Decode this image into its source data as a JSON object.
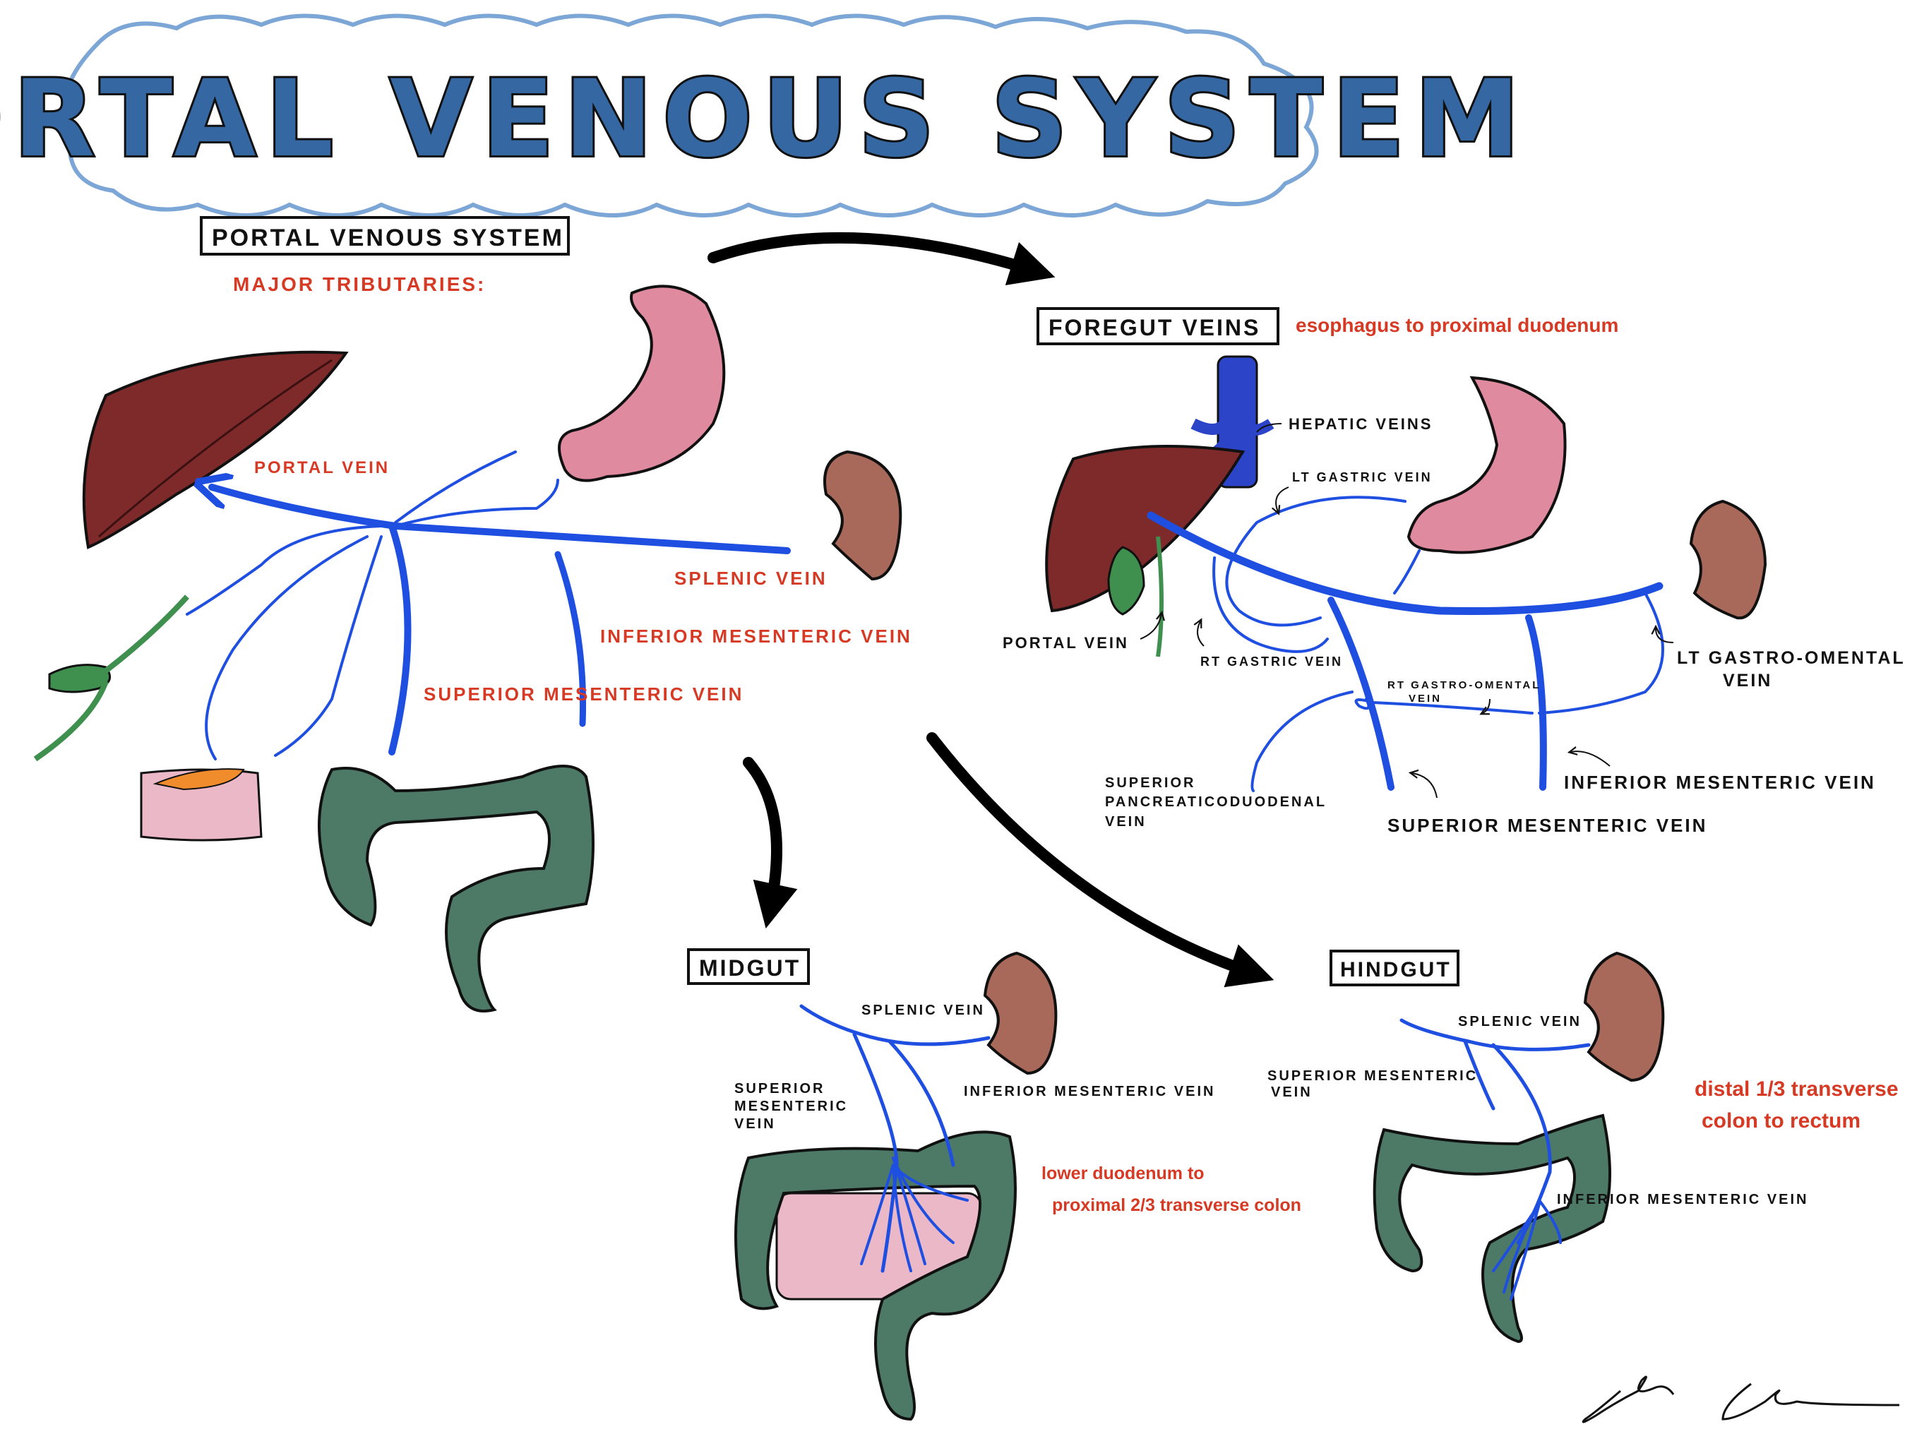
{
  "title": "PORTAL VENOUS SYSTEM",
  "overview": {
    "heading": "PORTAL VENOUS SYSTEM",
    "subheading": "MAJOR TRIBUTARIES:",
    "labels": {
      "portal_vein": "PORTAL VEIN",
      "splenic_vein": "SPLENIC VEIN",
      "inferior_mesenteric_vein": "INFERIOR MESENTERIC VEIN",
      "superior_mesenteric_vein": "SUPERIOR MESENTERIC VEIN"
    }
  },
  "foregut": {
    "heading": "FOREGUT VEINS",
    "note": "esophagus to proximal duodenum",
    "labels": {
      "hepatic_veins": "HEPATIC VEINS",
      "lt_gastric_vein": "LT GASTRIC VEIN",
      "portal_vein": "PORTAL VEIN",
      "rt_gastric_vein": "RT GASTRIC VEIN",
      "lt_gastro_omental_1": "LT GASTRO-OMENTAL",
      "lt_gastro_omental_2": "VEIN",
      "rt_gastro_omental_1": "RT GASTRO-OMENTAL",
      "rt_gastro_omental_2": "VEIN",
      "sup_pancreaticoduodenal_1": "SUPERIOR",
      "sup_pancreaticoduodenal_2": "PANCREATICODUODENAL",
      "sup_pancreaticoduodenal_3": "VEIN",
      "inferior_mesenteric_vein": "INFERIOR MESENTERIC VEIN",
      "superior_mesenteric_vein": "SUPERIOR MESENTERIC VEIN"
    }
  },
  "midgut": {
    "heading": "MIDGUT",
    "note_line1": "lower duodenum to",
    "note_line2": "proximal 2/3 transverse colon",
    "labels": {
      "splenic_vein": "SPLENIC VEIN",
      "sup_mesenteric_1": "SUPERIOR",
      "sup_mesenteric_2": "MESENTERIC",
      "sup_mesenteric_3": "VEIN",
      "inferior_mesenteric_vein": "INFERIOR MESENTERIC VEIN"
    }
  },
  "hindgut": {
    "heading": "HINDGUT",
    "note_line1": "distal 1/3 transverse",
    "note_line2": "colon to rectum",
    "labels": {
      "splenic_vein": "SPLENIC VEIN",
      "sup_mesenteric_1": "SUPERIOR MESENTERIC",
      "sup_mesenteric_2": "VEIN",
      "inferior_mesenteric_vein": "INFERIOR MESENTERIC VEIN"
    }
  },
  "colors": {
    "title_fill": "#3567a3",
    "vein_blue": "#1f4fe0",
    "label_red": "#d63a24",
    "liver": "#7e2a2a",
    "stomach": "#e08aa0",
    "spleen": "#a9695a",
    "colon": "#4d7a66",
    "pancreas": "#ebb8c8",
    "gallbladder": "#3f8f4f",
    "ivc": "#2b44c8"
  }
}
